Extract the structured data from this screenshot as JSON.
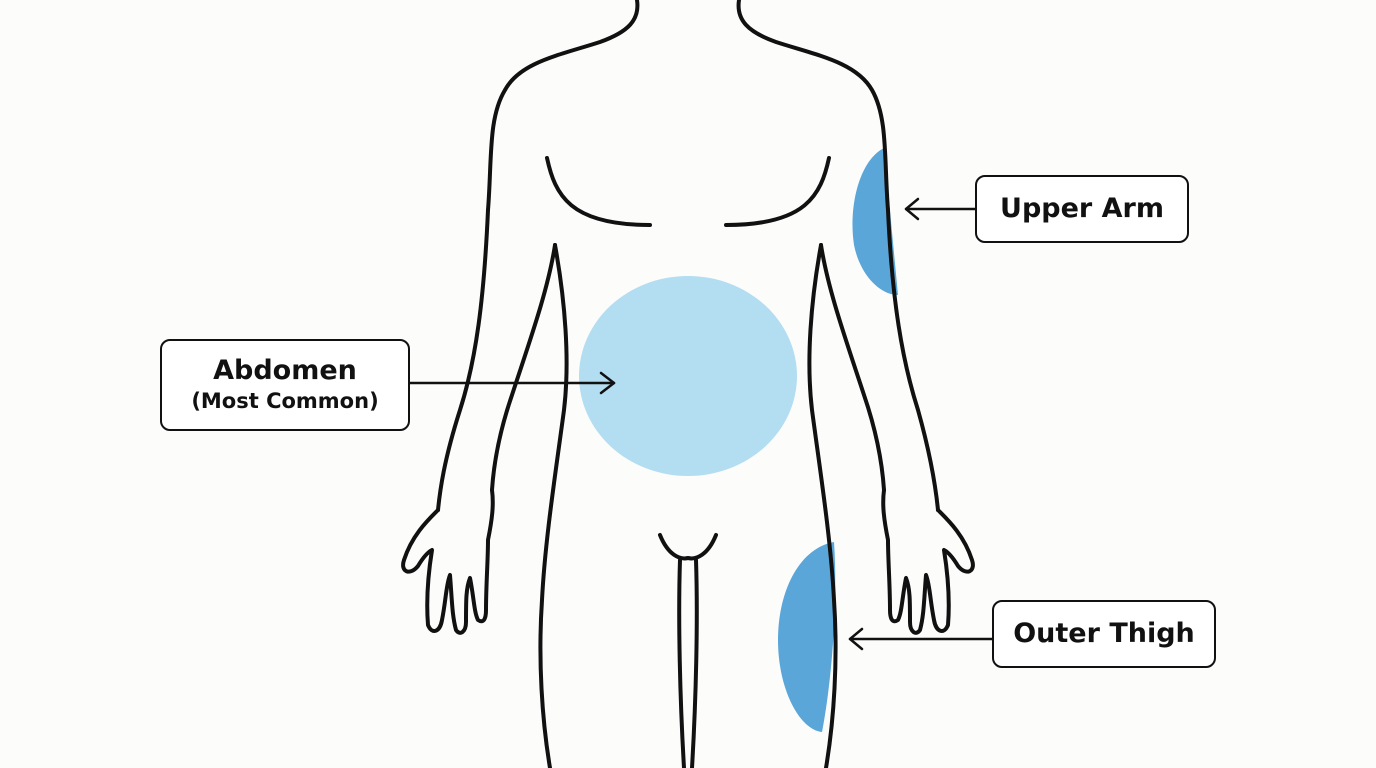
{
  "labels": {
    "upper_arm": {
      "title": "Upper Arm"
    },
    "abdomen": {
      "title": "Abdomen",
      "subtitle": "(Most Common)"
    },
    "outer_thigh": {
      "title": "Outer Thigh"
    }
  },
  "colors": {
    "abdomen_zone": "#b3ddf1",
    "limb_zone": "#5aa6d8",
    "outline": "#111111",
    "background": "#fcfcfb"
  },
  "icons": {
    "figure": "human-body-outline-icon",
    "pointer": "arrow-icon"
  }
}
